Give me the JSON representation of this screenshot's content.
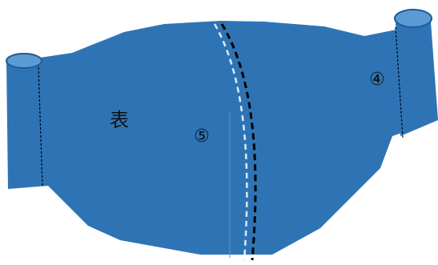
{
  "labels": {
    "front": "表",
    "marker_5": "⑤",
    "marker_4": "④"
  },
  "colors": {
    "panel_fill": "#2e74b5",
    "sleeve_top_fill": "#5b9bd5",
    "sleeve_top_stroke": "#1f5a8f",
    "seam_dark": "#000000",
    "seam_light": "#dce9f7",
    "center_line": "#6f8fb0"
  },
  "icons": {
    "left_ear_loop": "cylinder-shape",
    "right_ear_loop": "cylinder-shape"
  }
}
